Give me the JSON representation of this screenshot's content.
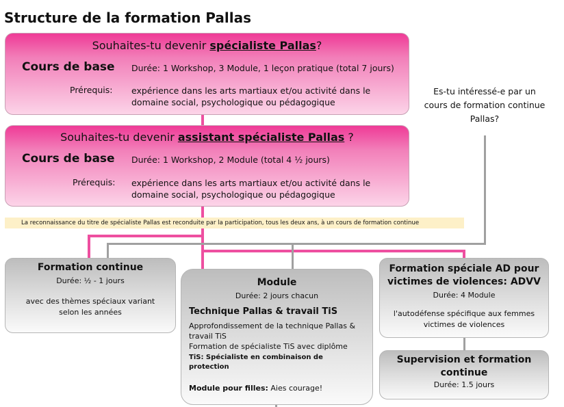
{
  "title": "Structure de la formation Pallas",
  "box1": {
    "heading_pre": "Souhaites-tu devenir ",
    "heading_link": "spécialiste Pallas",
    "heading_post": "?",
    "course_label": "Cours de base",
    "duration": "Durée: 1 Workshop, 3 Module, 1 leçon pratique (total 7 jours)",
    "prereq_label": "Prérequis:",
    "prereq_text": "expérience dans les arts martiaux et/ou activité dans le domaine social, psychologique ou pédagogique"
  },
  "box2": {
    "heading_pre": "Souhaites-tu devenir ",
    "heading_link": "assistant spécialiste Pallas",
    "heading_post": " ?",
    "course_label": "Cours de base",
    "duration": "Durée: 1 Workshop, 2 Module (total 4 ½ jours)",
    "prereq_label": "Prérequis:",
    "prereq_text": "expérience dans les arts martiaux et/ou activité dans le domaine social, psychologique ou pédagogique"
  },
  "side_question": "Es-tu intéressé-e par un cours de formation continue Pallas?",
  "notice": "La reconnaissance du titre de spécialiste Pallas est reconduite par la participation, tous les deux ans, à un cours de formation continue",
  "formation_continue": {
    "title": "Formation continue",
    "duration": "Durée: ½ - 1 jours",
    "desc": "avec des thèmes spéciaux variant selon les années"
  },
  "module": {
    "title": "Module",
    "duration": "Durée: 2 jours chacun",
    "subtitle": "Technique Pallas & travail TiS",
    "line1": "Approfondissement de la technique Pallas & travail TiS",
    "line2": "Formation de spécialiste TiS avec diplôme",
    "tis_label": "TiS: Spécialiste en combinaison de protection",
    "girls_label": "Module pour filles:",
    "girls_text": " Aies courage!"
  },
  "advv": {
    "title": "Formation spéciale AD pour victimes de violences: ADVV",
    "duration": "Durée: 4 Module",
    "desc": "l'autodéfense spécifique aux femmes victimes de violences"
  },
  "supervision": {
    "title": "Supervision et formation continue",
    "duration": "Durée: 1.5 jours"
  },
  "colors": {
    "pink": "#ee4fa0",
    "gray_line": "#a0a0a0",
    "notice_bg": "#fdf0c8"
  }
}
